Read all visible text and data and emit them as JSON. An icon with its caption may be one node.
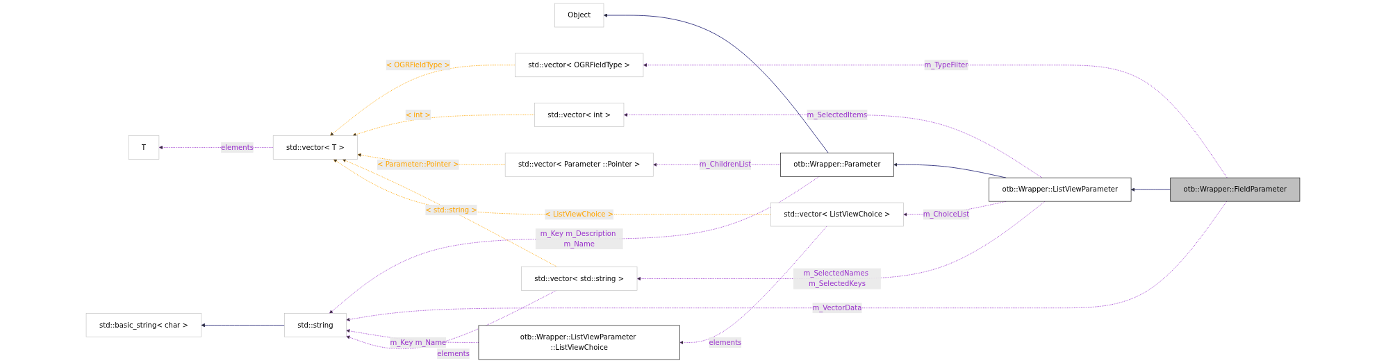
{
  "diagram": {
    "nodes": [
      {
        "text": [
          "otb::Wrapper::FieldParameter"
        ]
      },
      {
        "text": [
          "otb::Wrapper::ListViewParameter"
        ]
      },
      {
        "text": [
          "otb::Wrapper::Parameter"
        ]
      },
      {
        "text": [
          "Object"
        ]
      },
      {
        "text": [
          "std::vector< OGRFieldType >"
        ]
      },
      {
        "text": [
          "std::vector< int >"
        ]
      },
      {
        "text": [
          "std::vector< Parameter ::Pointer >"
        ]
      },
      {
        "text": [
          "std::vector< std::string >"
        ]
      },
      {
        "text": [
          "std::vector< ListViewChoice >"
        ]
      },
      {
        "text": [
          "otb::Wrapper::ListViewParameter ::ListViewChoice"
        ]
      },
      {
        "text": [
          "std::vector< T >"
        ]
      },
      {
        "text": [
          "T"
        ]
      },
      {
        "text": [
          "std::string"
        ]
      },
      {
        "text": [
          "std::basic_string< char >"
        ]
      }
    ],
    "edges": [
      {
        "from": 0,
        "to": 1,
        "arrow": "to",
        "color": "#191970"
      },
      {
        "from": 1,
        "to": 2,
        "arrow": "to",
        "color": "#191970"
      },
      {
        "from": 2,
        "to": 3,
        "arrow": "to",
        "color": "#191970"
      },
      {
        "from": 0,
        "to": 4,
        "arrow": "to",
        "style": "dashed",
        "label": "m_TypeFilter"
      },
      {
        "from": 1,
        "to": 5,
        "arrow": "to",
        "style": "dashed",
        "label": "m_SelectedItems"
      },
      {
        "from": 2,
        "to": 6,
        "arrow": "to",
        "style": "dashed",
        "label": "m_ChildrenList"
      },
      {
        "from": 2,
        "to": 12,
        "arrow": "to",
        "style": "dashed",
        "label": "m_Key m_Description m_Name"
      },
      {
        "from": 1,
        "to": 7,
        "arrow": "to",
        "style": "dashed",
        "label": "m_SelectedNames m_SelectedKeys"
      },
      {
        "from": 1,
        "to": 8,
        "arrow": "to",
        "style": "dashed",
        "label": "m_ChoiceList"
      },
      {
        "from": 8,
        "to": 9,
        "arrow": "to",
        "style": "dashed",
        "label": "elements"
      },
      {
        "from": 0,
        "to": 12,
        "arrow": "to",
        "style": "dashed",
        "label": "m_VectorData"
      },
      {
        "from": 9,
        "to": 12,
        "arrow": "to",
        "style": "dashed",
        "label": "m_Key m_Name"
      },
      {
        "from": 7,
        "to": 12,
        "arrow": "to",
        "style": "dashed",
        "label": "elements"
      },
      {
        "from": 12,
        "to": 13,
        "arrow": "to",
        "color": "#191970"
      },
      {
        "from": 10,
        "to": 11,
        "arrow": "to",
        "style": "dashed",
        "label": "elements"
      },
      {
        "from": 4,
        "to": 10,
        "arrow": "to",
        "style": "dashed",
        "color": "#ffa500",
        "label": "< OGRFieldType >"
      },
      {
        "from": 5,
        "to": 10,
        "arrow": "to",
        "style": "dashed",
        "color": "#ffa500",
        "label": "< int >"
      },
      {
        "from": 6,
        "to": 10,
        "arrow": "to",
        "style": "dashed",
        "color": "#ffa500",
        "label": "< Parameter::Pointer >"
      },
      {
        "from": 7,
        "to": 10,
        "arrow": "to",
        "style": "dashed",
        "color": "#ffa500",
        "label": "< std::string >"
      },
      {
        "from": 8,
        "to": 10,
        "arrow": "to",
        "style": "dashed",
        "color": "#ffa500",
        "label": "< ListViewChoice >"
      }
    ]
  }
}
